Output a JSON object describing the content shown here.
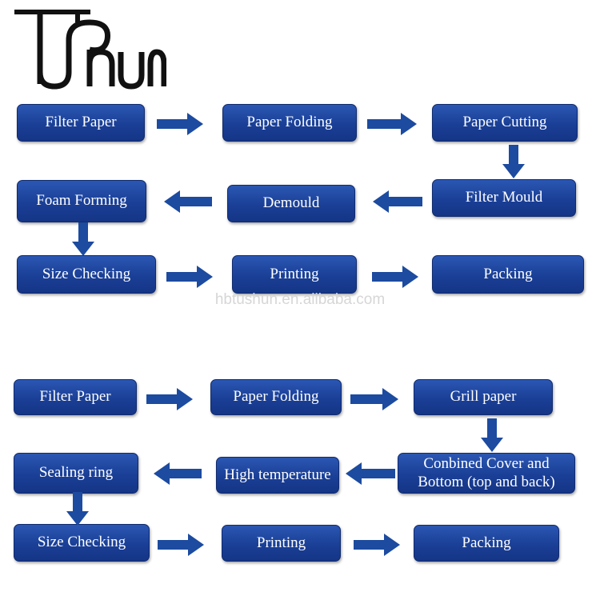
{
  "logo": {
    "text": "Tushun"
  },
  "watermark": "hbtushun.en.alibaba.com",
  "colors": {
    "box": "#1a3f96",
    "box_text": "#ffffff",
    "arrow": "#1c4ba0"
  },
  "flow1": {
    "filter_paper": "Filter Paper",
    "paper_folding": "Paper Folding",
    "paper_cutting": "Paper Cutting",
    "filter_mould": "Filter Mould",
    "demould": "Demould",
    "foam_forming": "Foam Forming",
    "size_checking": "Size Checking",
    "printing": "Printing",
    "packing": "Packing"
  },
  "flow2": {
    "filter_paper": "Filter Paper",
    "paper_folding": "Paper Folding",
    "grill_paper": "Grill paper",
    "combined_cover": "Conbined Cover and Bottom (top and back)",
    "high_temperature": "High temperature",
    "sealing_ring": "Sealing ring",
    "size_checking": "Size Checking",
    "printing": "Printing",
    "packing": "Packing"
  }
}
